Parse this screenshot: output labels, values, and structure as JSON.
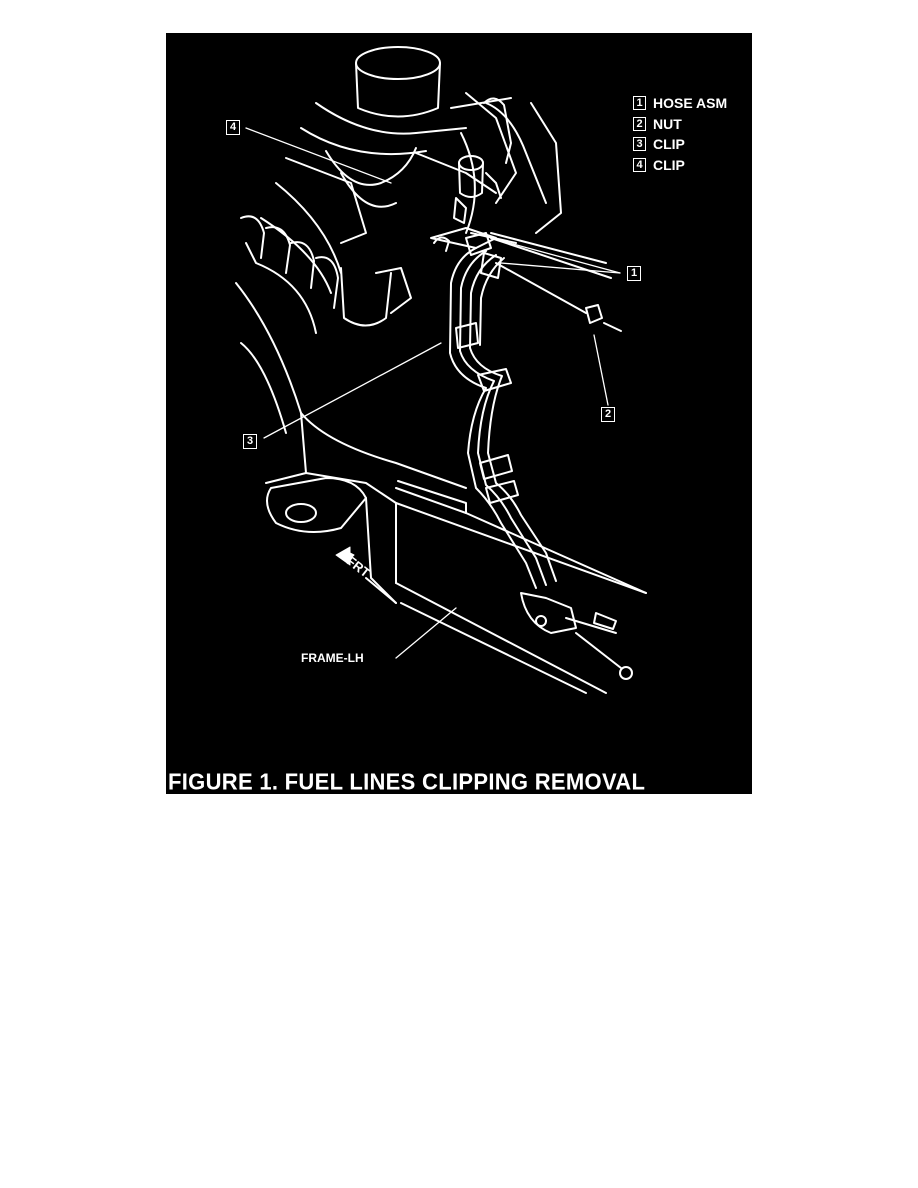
{
  "legend": [
    {
      "num": "1",
      "text": "HOSE ASM"
    },
    {
      "num": "2",
      "text": "NUT"
    },
    {
      "num": "3",
      "text": "CLIP"
    },
    {
      "num": "4",
      "text": "CLIP"
    }
  ],
  "callouts": {
    "c1": "1",
    "c2": "2",
    "c3": "3",
    "c4": "4"
  },
  "labels": {
    "front": "FRT",
    "frame": "FRAME-LH"
  },
  "caption": "FIGURE 1. FUEL LINES CLIPPING REMOVAL",
  "colors": {
    "background": "#000000",
    "ink": "#ffffff",
    "page": "#ffffff"
  }
}
